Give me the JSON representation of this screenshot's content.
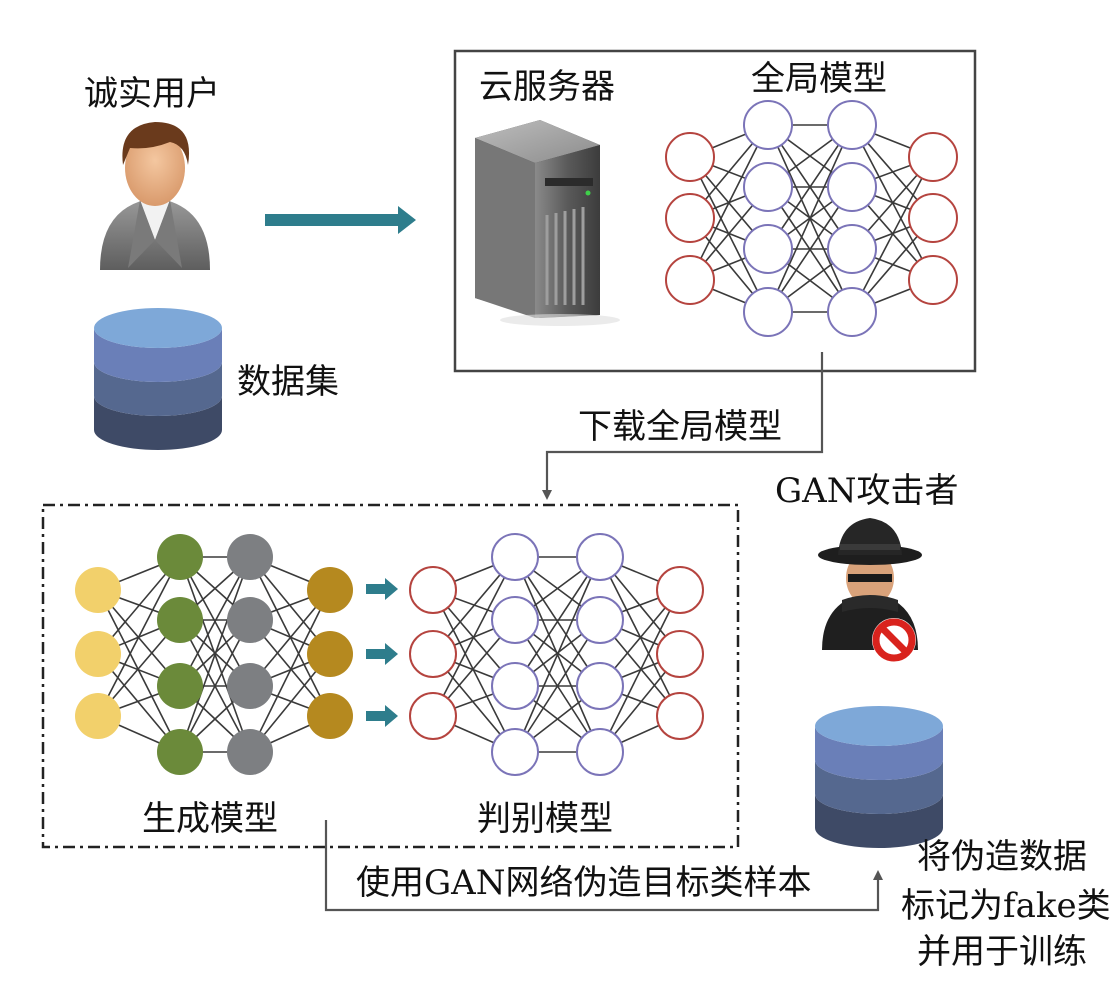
{
  "labels": {
    "honest_user": "诚实用户",
    "dataset": "数据集",
    "cloud_server": "云服务器",
    "global_model": "全局模型",
    "download_global_model": "下载全局模型",
    "gan_attacker": "GAN攻击者",
    "generator_model": "生成模型",
    "discriminator_model": "判别模型",
    "forge_samples": "使用GAN网络伪造目标类样本",
    "mark_fake_line1": "将伪造数据",
    "mark_fake_line2": "标记为fake类",
    "mark_fake_line3": "并用于训练"
  },
  "colors": {
    "arrow_teal": "#2e7d8c",
    "node_red": "#b5443f",
    "node_purple": "#7b74b8",
    "node_yellow": "#f2d06b",
    "node_green": "#6b8a3a",
    "node_gray": "#7d7f82",
    "node_ochre": "#b5891f",
    "edge": "#3a3a3a",
    "db_top": "#7ea8d8",
    "db_mid1": "#6a7fb8",
    "db_mid2": "#55688f",
    "db_bottom": "#3e4a66"
  },
  "icons": {
    "user": "user-avatar-icon",
    "database": "database-icon",
    "server": "server-tower-icon",
    "attacker": "spy-attacker-icon",
    "forbidden": "forbidden-sign-icon"
  }
}
